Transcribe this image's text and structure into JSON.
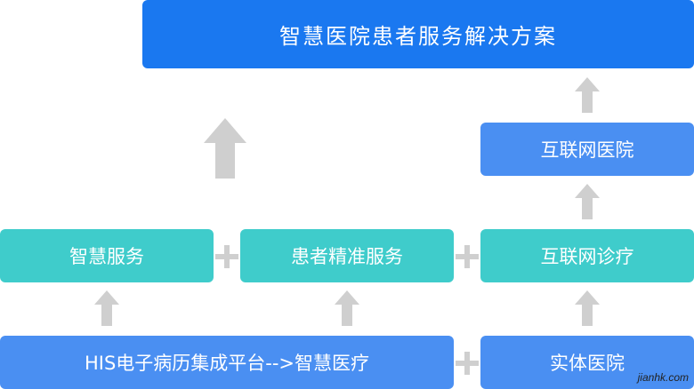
{
  "diagram": {
    "top": "智慧医院患者服务解决方案",
    "internet_hospital": "互联网医院",
    "smart_service": "智慧服务",
    "patient_service": "患者精准服务",
    "internet_diagnosis": "互联网诊疗",
    "his_platform": "HIS电子病历集成平台-->智慧医疗",
    "physical_hospital": "实体医院"
  },
  "colors": {
    "top_box": "#1a78f0",
    "blue_box": "#4a8ff2",
    "teal_box": "#3fcccb",
    "connector": "#cfcfcf"
  },
  "watermark": "jianhk.com"
}
